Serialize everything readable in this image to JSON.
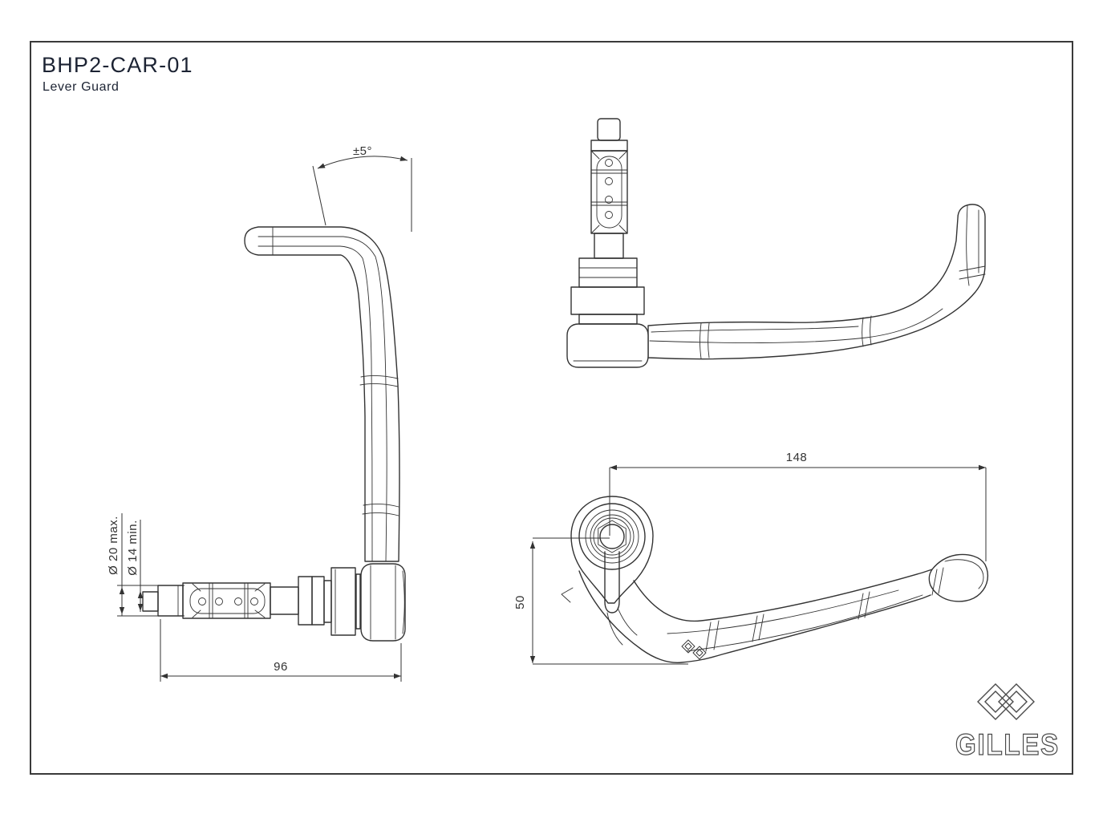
{
  "title_block": {
    "part_number": "BHP2-CAR-01",
    "part_name": "Lever Guard"
  },
  "dimensions": {
    "angle_tolerance": "±5°",
    "clamp_outer_diameter": "Ø 20 max.",
    "clamp_inner_diameter": "Ø 14 min.",
    "clamp_length": "96",
    "guard_width": "148",
    "guard_height": "50"
  },
  "logo": {
    "brand": "GILLES"
  },
  "colors": {
    "line": "#333333",
    "title": "#1c2333",
    "background": "#ffffff"
  }
}
